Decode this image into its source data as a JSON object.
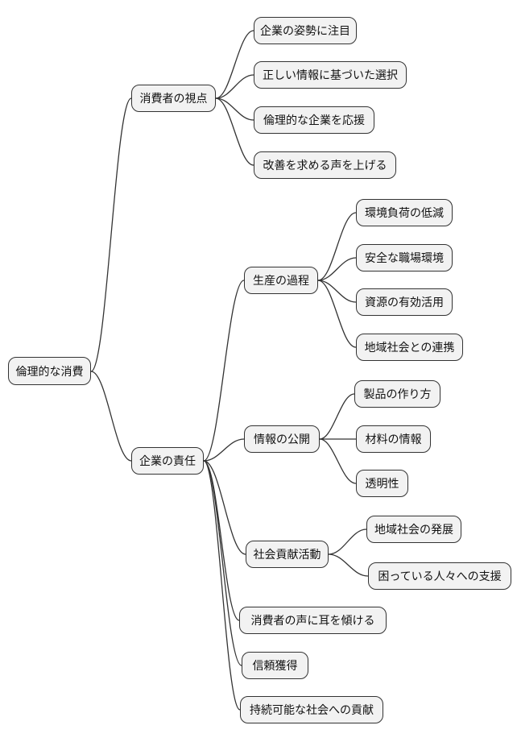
{
  "diagram": {
    "type": "mindmap",
    "colors": {
      "background": "#ffffff",
      "node_fill": "#f2f2f2",
      "node_border": "#333333",
      "edge": "#333333",
      "text": "#111111"
    },
    "root": {
      "label": "倫理的な消費",
      "children": [
        {
          "label": "消費者の視点",
          "children": [
            {
              "label": "企業の姿勢に注目"
            },
            {
              "label": "正しい情報に基づいた選択"
            },
            {
              "label": "倫理的な企業を応援"
            },
            {
              "label": "改善を求める声を上げる"
            }
          ]
        },
        {
          "label": "企業の責任",
          "children": [
            {
              "label": "生産の過程",
              "children": [
                {
                  "label": "環境負荷の低減"
                },
                {
                  "label": "安全な職場環境"
                },
                {
                  "label": "資源の有効活用"
                },
                {
                  "label": "地域社会との連携"
                }
              ]
            },
            {
              "label": "情報の公開",
              "children": [
                {
                  "label": "製品の作り方"
                },
                {
                  "label": "材料の情報"
                },
                {
                  "label": "透明性"
                }
              ]
            },
            {
              "label": "社会貢献活動",
              "children": [
                {
                  "label": "地域社会の発展"
                },
                {
                  "label": "困っている人々への支援"
                }
              ]
            },
            {
              "label": "消費者の声に耳を傾ける"
            },
            {
              "label": "信頼獲得"
            },
            {
              "label": "持続可能な社会への貢献"
            }
          ]
        }
      ]
    }
  }
}
